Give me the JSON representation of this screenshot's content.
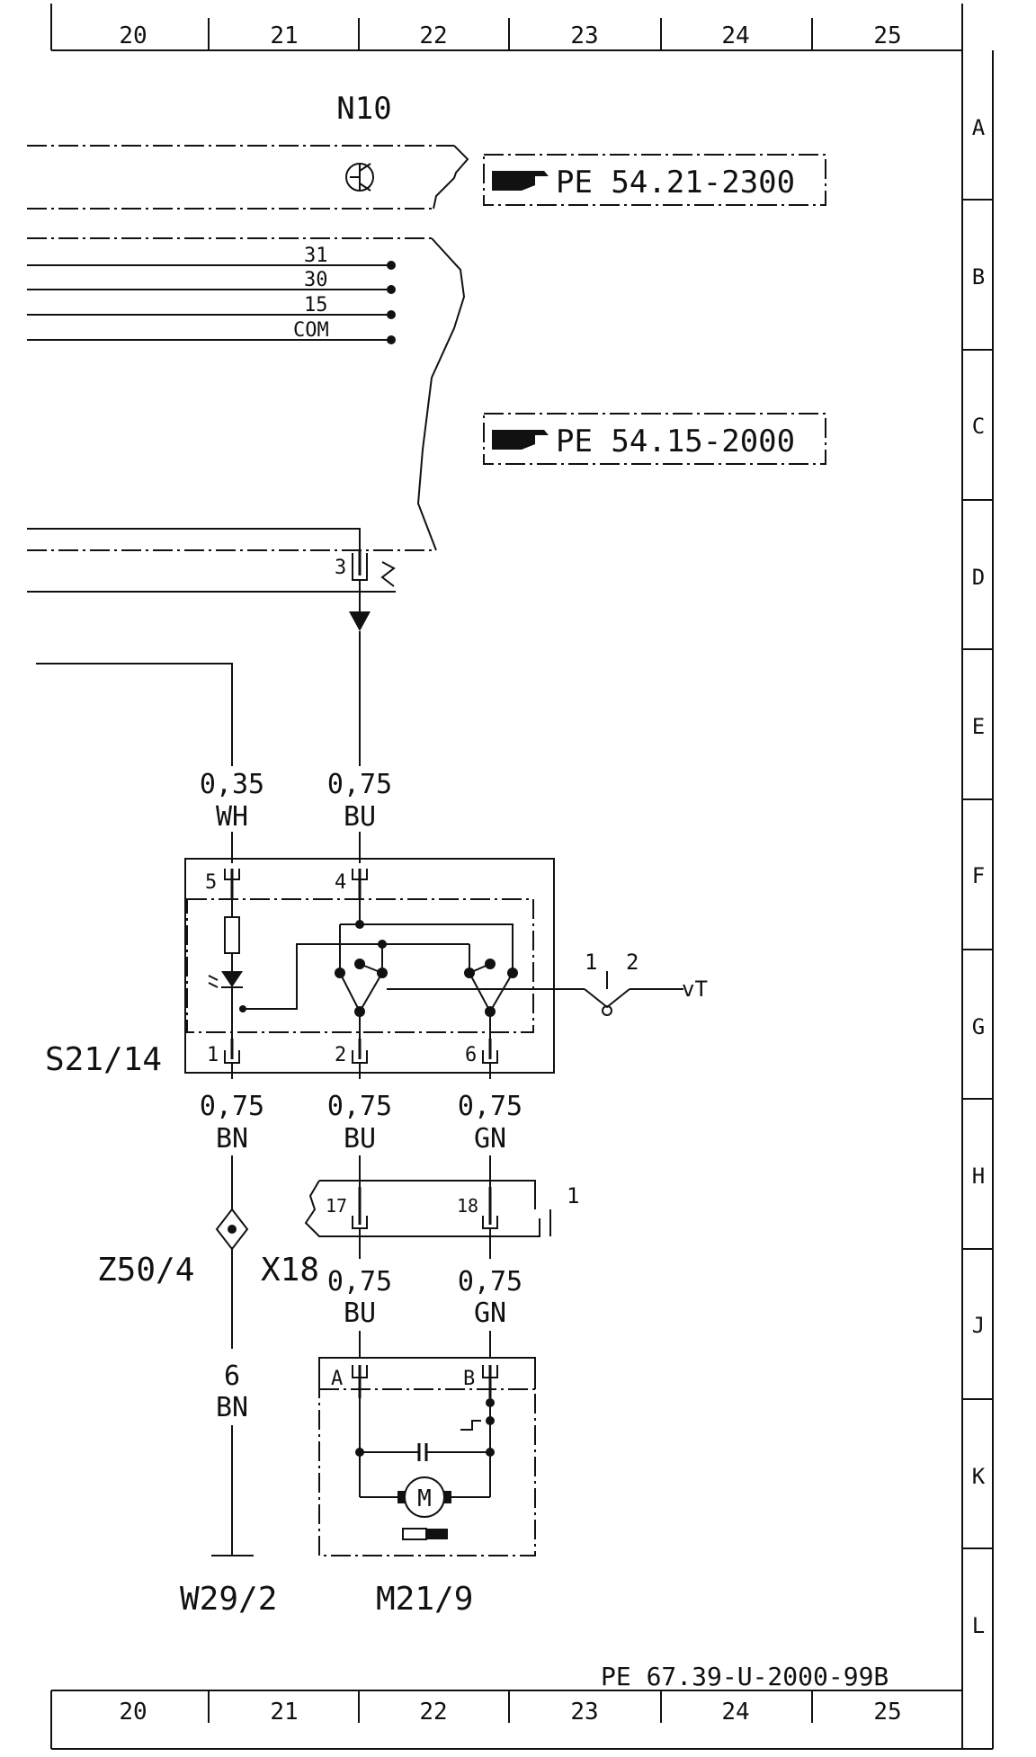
{
  "frame": {
    "columns": [
      "20",
      "21",
      "22",
      "23",
      "24",
      "25"
    ],
    "rows": [
      "A",
      "B",
      "C",
      "D",
      "E",
      "F",
      "G",
      "H",
      "J",
      "K",
      "L"
    ]
  },
  "refs": {
    "n10": "N10",
    "ref1": "PE 54.21-2300",
    "ref2": "PE 54.15-2000",
    "footer": "PE 67.39-U-2000-99B"
  },
  "bus_labels": [
    "31",
    "30",
    "15",
    "COM"
  ],
  "connector_pins": {
    "d3": "3",
    "s5": "5",
    "s4": "4",
    "s1": "1",
    "s2": "2",
    "s6": "6",
    "x17": "17",
    "x18": "18",
    "x18_suffix": "1",
    "mA": "A",
    "mB": "B",
    "g1": "1",
    "g2": "2",
    "vT": "vT",
    "motor": "M"
  },
  "wires": {
    "w035_size": "0,35",
    "w035_color": "WH",
    "w075top_size": "0,75",
    "w075top_color": "BU",
    "wbn_size": "0,75",
    "wbn_color": "BN",
    "wbu_size": "0,75",
    "wbu_color": "BU",
    "wgn_size": "0,75",
    "wgn_color": "GN",
    "wbu2_size": "0,75",
    "wbu2_color": "BU",
    "wgn2_size": "0,75",
    "wgn2_color": "GN",
    "w6_size": "6",
    "w6_color": "BN"
  },
  "components": {
    "s21": "S21/14",
    "z50": "Z50/4",
    "x18": "X18",
    "w29": "W29/2",
    "m21": "M21/9"
  }
}
